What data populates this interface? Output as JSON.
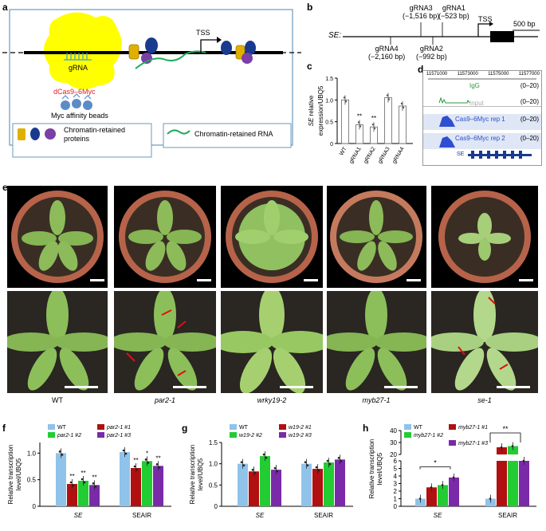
{
  "panels": {
    "a": "a",
    "b": "b",
    "c": "c",
    "d": "d",
    "e": "e",
    "f": "f",
    "g": "g",
    "h": "h"
  },
  "a": {
    "tss": "TSS",
    "grna": "gRNA",
    "dcas": "dCas9–6Myc",
    "beads": "Myc affinity beads",
    "legend_proteins": "Chromatin-retained\nproteins",
    "legend_rna": "Chromatin-retained RNA",
    "colors": {
      "yellow": "#ffff00",
      "blue": "#1a3a8f",
      "purple": "#7b3fa8",
      "green": "#1faa5a",
      "gold": "#e0b000",
      "box_border": "#5a8fb4",
      "red_text": "#e02020"
    }
  },
  "b": {
    "gene": "SE:",
    "tss": "TSS",
    "scale": "500 bp",
    "g3": "gRNA3",
    "g3_pos": "(−1,516 bp)",
    "g1": "gRNA1",
    "g1_pos": "(−523 bp)",
    "g4": "gRNA4",
    "g4_pos": "(−2,160 bp)",
    "g2": "gRNA2",
    "g2_pos": "(−992 bp)"
  },
  "c": {
    "ylabel_it": "SE",
    "ylabel": "relative expression/UBQ5",
    "yticks": [
      "0",
      "0.5",
      "1.0",
      "1.5"
    ],
    "sig": "**"
  },
  "d": {
    "coords": [
      "11571000",
      "11573000",
      "11575000",
      "11577000"
    ],
    "igg": "IgG",
    "input": "Input",
    "rep1": "Cas9–6Myc rep 1",
    "rep2": "Cas9–6Myc rep 2",
    "range": "(0–20)",
    "gene": "SE"
  },
  "e": {
    "genotypes": [
      "WT",
      "par2-1",
      "wrky19-2",
      "myb27-1",
      "se-1"
    ]
  },
  "f": {
    "legend": [
      "WT",
      "par2-1 #1",
      "par2-1 #2",
      "par2-1 #3"
    ],
    "ylabel": "Relative transcription\nlevel/UBQ5",
    "yticks": [
      "0",
      "0.5",
      "1.0"
    ]
  },
  "g": {
    "legend": [
      "WT",
      "w19-2 #1",
      "w19-2 #2",
      "w19-2 #3"
    ],
    "ylabel": "Relative transcription\nlevel/UBQ5",
    "yticks": [
      "0",
      "0.5",
      "1.0",
      "1.5"
    ]
  },
  "h": {
    "legend": [
      "WT",
      "myb27-1 #1",
      "myb27-1 #2",
      "myb27-1 #3"
    ],
    "ylabel": "Relative transcription\nlevel/UBQ5",
    "yticks_low": [
      "0",
      "1",
      "2",
      "3",
      "4",
      "5",
      "6"
    ],
    "yticks_high": [
      "20",
      "30",
      "40"
    ]
  },
  "series_colors": [
    "#8fc3ea",
    "#b01010",
    "#22cc33",
    "#7a2aa8"
  ],
  "chart_data": [
    {
      "type": "bar",
      "panel": "c",
      "categories": [
        "WT",
        "gRNA1",
        "gRNA2",
        "gRNA3",
        "gRNA4"
      ],
      "values": [
        1.0,
        0.43,
        0.38,
        1.05,
        0.86
      ],
      "significance": [
        "",
        "**",
        "**",
        "",
        ""
      ],
      "ylim": [
        0,
        1.5
      ]
    },
    {
      "type": "bar",
      "panel": "f",
      "categories": [
        "SE",
        "SEAIR"
      ],
      "series": [
        {
          "name": "WT",
          "values": [
            1.0,
            1.02
          ]
        },
        {
          "name": "par2-1 #1",
          "values": [
            0.42,
            0.72
          ]
        },
        {
          "name": "par2-1 #2",
          "values": [
            0.48,
            0.85
          ]
        },
        {
          "name": "par2-1 #3",
          "values": [
            0.4,
            0.76
          ]
        }
      ],
      "significance": [
        [
          "",
          "**",
          "**",
          "**"
        ],
        [
          "",
          "**",
          "*",
          "**"
        ]
      ],
      "ylim": [
        0,
        1.2
      ]
    },
    {
      "type": "bar",
      "panel": "g",
      "categories": [
        "SE",
        "SEAIR"
      ],
      "series": [
        {
          "name": "WT",
          "values": [
            1.0,
            1.0
          ]
        },
        {
          "name": "w19-2 #1",
          "values": [
            0.82,
            0.88
          ]
        },
        {
          "name": "w19-2 #2",
          "values": [
            1.18,
            1.03
          ]
        },
        {
          "name": "w19-2 #3",
          "values": [
            0.86,
            1.1
          ]
        }
      ],
      "ylim": [
        0,
        1.5
      ]
    },
    {
      "type": "bar",
      "panel": "h",
      "categories": [
        "SE",
        "SEAIR"
      ],
      "series": [
        {
          "name": "WT",
          "values": [
            1.0,
            1.0
          ]
        },
        {
          "name": "myb27-1 #1",
          "values": [
            2.5,
            26
          ]
        },
        {
          "name": "myb27-1 #2",
          "values": [
            2.8,
            27
          ]
        },
        {
          "name": "myb27-1 #3",
          "values": [
            3.8,
            18
          ]
        }
      ],
      "significance": [
        "*",
        "**"
      ],
      "ylim": [
        0,
        40
      ],
      "axis_break": [
        6,
        20
      ]
    }
  ]
}
